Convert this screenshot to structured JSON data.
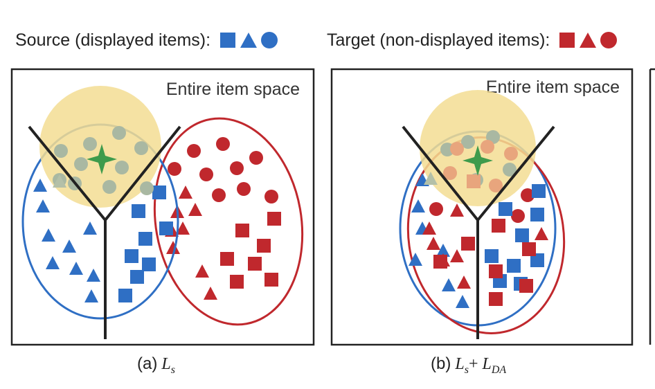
{
  "legend": {
    "source_label": "Source (displayed items):",
    "target_label": "Target (non-displayed items):",
    "source_color": "#2f6fc4",
    "target_color": "#c0282d",
    "shapes": [
      "square",
      "triangle",
      "circle"
    ]
  },
  "panels": [
    {
      "space_label": "Entire item space",
      "caption_tag": "(a)",
      "caption_formula": [
        "L",
        "s"
      ]
    },
    {
      "space_label": "Entire item space",
      "caption_tag": "(b)",
      "caption_formula": [
        "L",
        "s",
        "+ ",
        "L",
        "DA"
      ]
    }
  ],
  "colors": {
    "highlight": "#f3dd93",
    "star": "#3e9b4c",
    "border": "#222222"
  }
}
